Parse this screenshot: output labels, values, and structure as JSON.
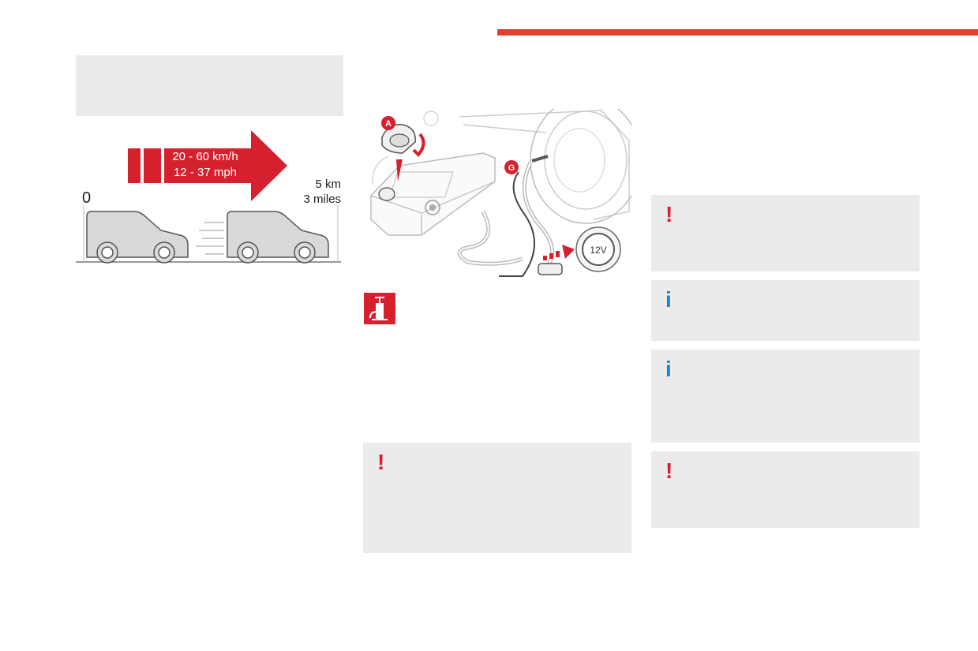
{
  "diagram": {
    "speed_line1": "20 - 60 km/h",
    "speed_line2": "12 - 37 mph",
    "start": "0",
    "distance_line1": "5 km",
    "distance_line2": "3 miles"
  },
  "illustration": {
    "label_a": "A",
    "label_g": "G",
    "socket_label": "12V"
  },
  "notices": {
    "warning_mark": "!",
    "info_mark": "i"
  },
  "colors": {
    "accent_red": "#d5202e",
    "header_bar": "#e1402f",
    "info_blue": "#1c86c8",
    "panel_gray": "#ebebeb"
  },
  "icons": [
    "car-icon",
    "speed-arrow-icon",
    "tyre-inflator-icon",
    "pump-icon",
    "warning-icon",
    "info-icon"
  ]
}
